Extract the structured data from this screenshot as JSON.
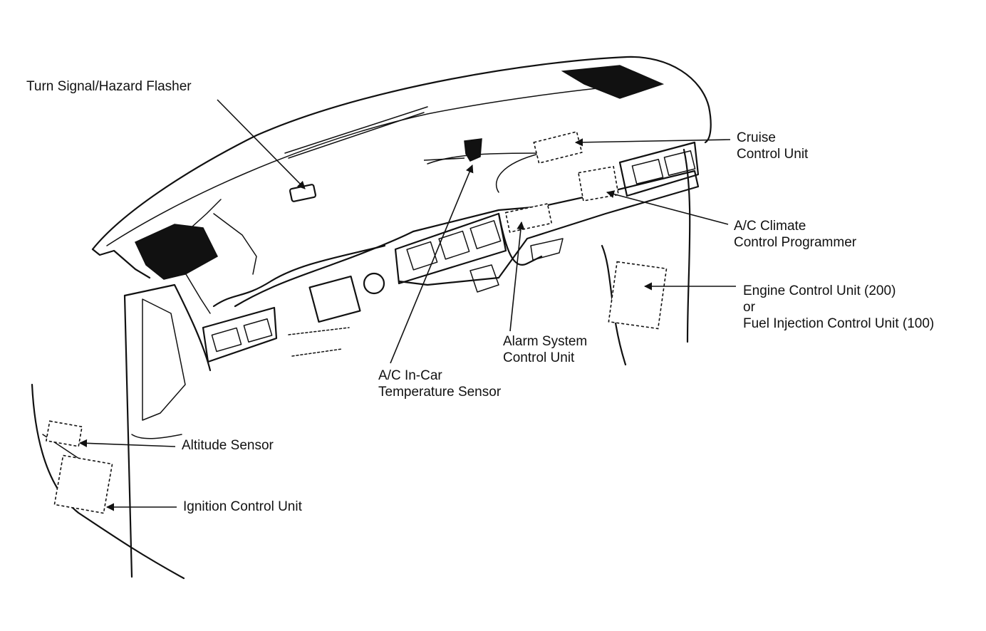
{
  "labels": {
    "turn_signal": "Turn Signal/Hazard Flasher",
    "cruise_1": "Cruise",
    "cruise_2": "Control Unit",
    "climate_1": "A/C Climate",
    "climate_2": "Control Programmer",
    "engine_1": "Engine Control Unit (200)",
    "engine_2": "or",
    "engine_3": "Fuel Injection Control Unit (100)",
    "alarm_1": "Alarm System",
    "alarm_2": "Control Unit",
    "temp_1": "A/C In-Car",
    "temp_2": "Temperature Sensor",
    "altitude": "Altitude Sensor",
    "ignition": "Ignition Control Unit"
  }
}
